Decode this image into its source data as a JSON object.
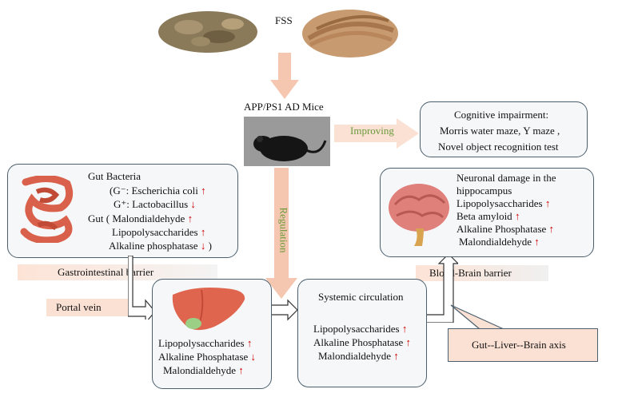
{
  "top": {
    "fss_label": "FSS",
    "mice_label": "APP/PS1 AD Mice",
    "improving_label": "Improving",
    "regulation_label": "Regulation"
  },
  "cognitive": {
    "title": "Cognitive impairment:",
    "line1": "Morris water maze, Y maze ,",
    "line2": "Novel object recognition test"
  },
  "gut": {
    "title": "Gut Bacteria",
    "g_minus": "(G⁻: Escherichia coli",
    "g_plus": "G⁺: Lactobacillus",
    "gut_mda": "Gut ( Malondialdehyde",
    "lps": "Lipopolysaccharides",
    "alp": "Alkaline phosphatase",
    "close_paren": ")"
  },
  "barriers": {
    "gi": "Gastrointestinal barrier",
    "bbb": "Blood-Brain barrier",
    "portal": "Portal vein"
  },
  "liver": {
    "lps": "Lipopolysaccharides",
    "alp": "Alkaline Phosphatase",
    "mda": "Malondialdehyde"
  },
  "systemic": {
    "title": "Systemic circulation",
    "lps": "Lipopolysaccharides",
    "alp": "Alkaline Phosphatase",
    "mda": "Malondialdehyde"
  },
  "brain": {
    "title1": "Neuronal damage in the",
    "title2": "hippocampus",
    "lps": "Lipopolysaccharides",
    "ab": "Beta amyloid",
    "alp": "Alkaline Phosphatase",
    "mda": "Malondialdehyde"
  },
  "axis": {
    "label": "Gut--Liver--Brain axis"
  },
  "arrows": {
    "up": "↑",
    "down": "↓"
  },
  "colors": {
    "box_border": "#4b5f6e",
    "flow_arrow": "#f5c7b0",
    "indicator": "#d00000",
    "regulation_text": "#6a9a3a"
  }
}
